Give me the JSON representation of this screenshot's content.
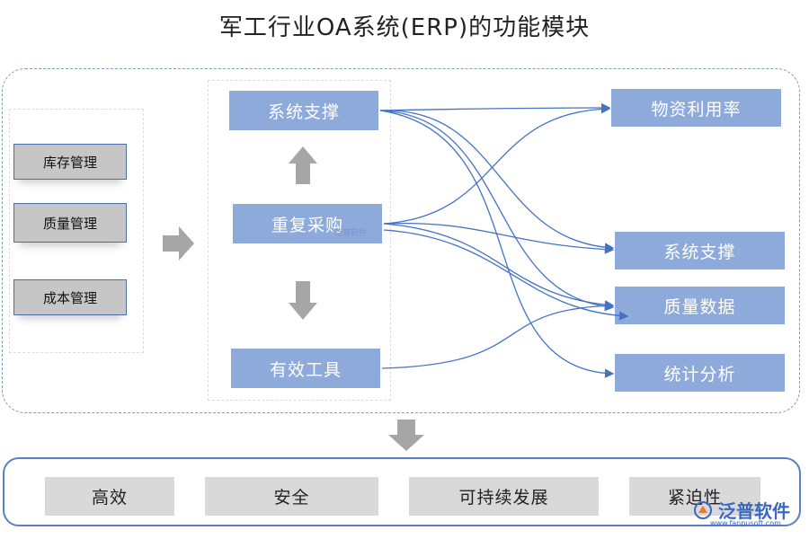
{
  "title": "军工行业OA系统(ERP)的功能模块",
  "left_modules": [
    "库存管理",
    "质量管理",
    "成本管理"
  ],
  "middle": {
    "top": "系统支撑",
    "center": "重复采购",
    "bottom": "有效工具"
  },
  "right_outcomes": [
    "物资利用率",
    "系统支撑",
    "质量数据",
    "统计分析"
  ],
  "benefits": [
    "高效",
    "安全",
    "可持续发展",
    "紧迫性"
  ],
  "logo": {
    "name": "泛普软件",
    "url": "www.fanpusoft.com"
  },
  "watermark": "泛普软件",
  "colors": {
    "blue_box": "#8eaadb",
    "gray_box": "#c6c6c6",
    "arrow": "#4472c4"
  }
}
